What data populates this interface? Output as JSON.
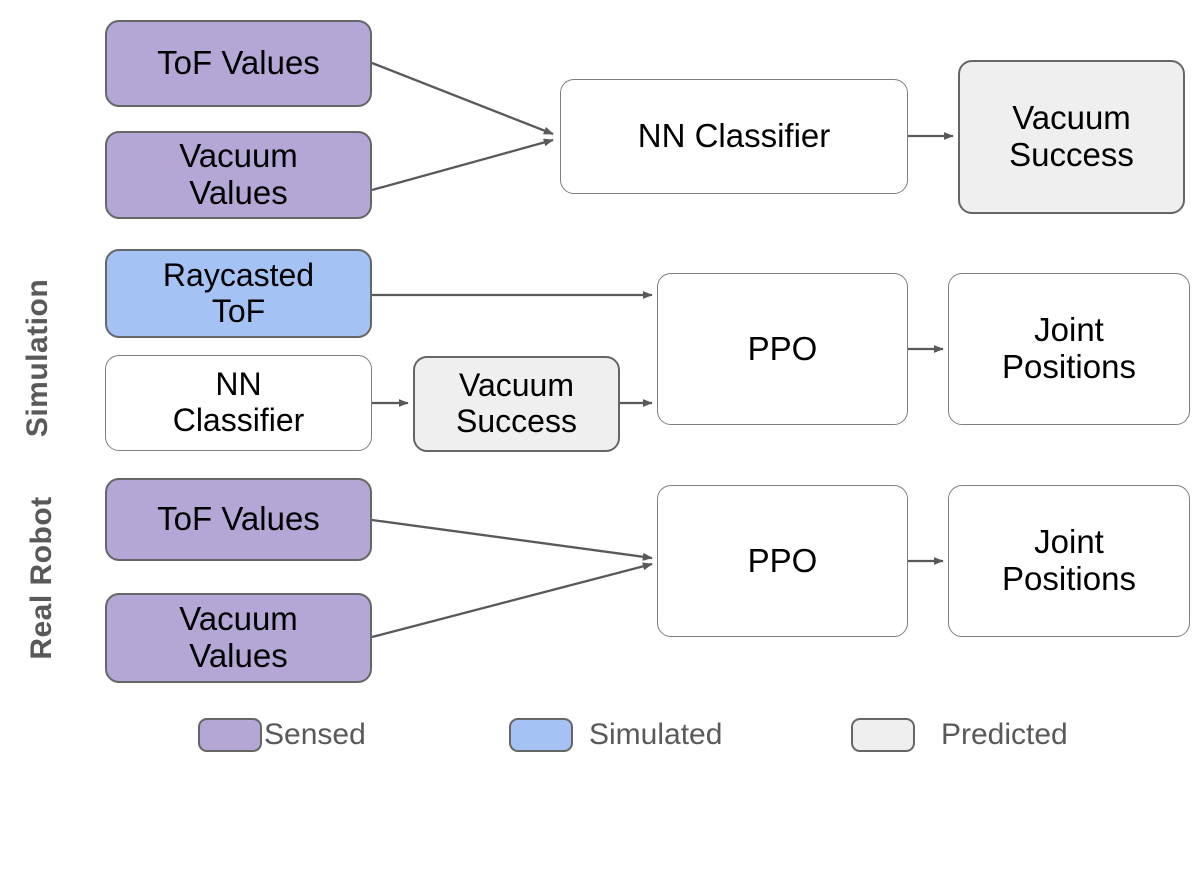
{
  "figure": {
    "rows": [
      {
        "id": "classifier-pipeline",
        "label": ""
      },
      {
        "id": "simulation",
        "label": "Simulation"
      },
      {
        "id": "real-robot",
        "label": "Real Robot"
      }
    ]
  },
  "nodes": {
    "tof_values_top": "ToF Values",
    "vacuum_values_top": "Vacuum\nValues",
    "nn_classifier_top": "NN Classifier",
    "vacuum_success_top": "Vacuum\nSuccess",
    "raycasted_tof": "Raycasted\nToF",
    "nn_classifier_sim": "NN\nClassifier",
    "vacuum_success_sim": "Vacuum\nSuccess",
    "ppo_sim": "PPO",
    "joint_positions_sim": "Joint\nPositions",
    "tof_values_real": "ToF Values",
    "vacuum_values_real": "Vacuum\nValues",
    "ppo_real": "PPO",
    "joint_positions_real": "Joint\nPositions"
  },
  "legend": {
    "items": [
      {
        "label": "Sensed",
        "color": "#b4a7d6"
      },
      {
        "label": "Simulated",
        "color": "#a4c2f4"
      },
      {
        "label": "Predicted",
        "color": "#efefef"
      }
    ]
  },
  "colors": {
    "sensed": "#b4a7d6",
    "simulated": "#a4c2f4",
    "predicted": "#efefef",
    "edge": "#595959",
    "border_filled": "#666666",
    "border_plain": "#7f7f7f",
    "row_label": "#595959",
    "text": "#000000",
    "background": "#ffffff"
  }
}
